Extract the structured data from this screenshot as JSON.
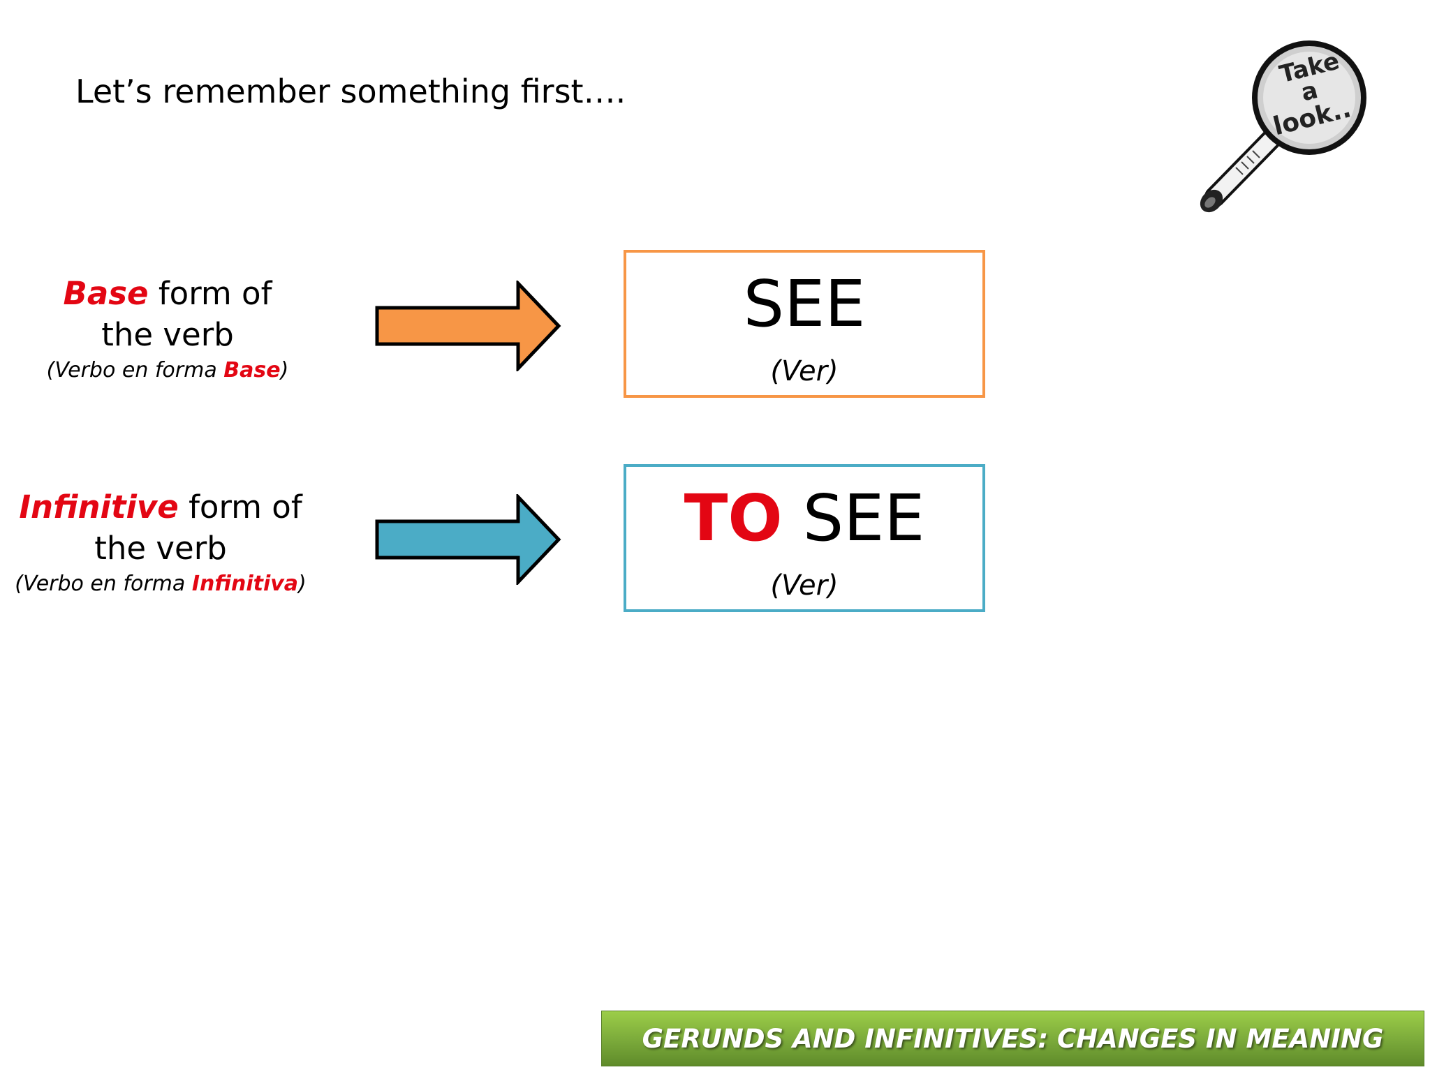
{
  "slide": {
    "title": "Let’s remember something first…."
  },
  "magnifier": {
    "icon": "magnifying-glass-icon",
    "lines": [
      "Take",
      "a",
      "look.."
    ]
  },
  "rows": [
    {
      "label_keyword": "Base",
      "label_rest": " form of",
      "label_line2": "the verb",
      "sub_prefix": "(Verbo en forma ",
      "sub_keyword": "Base",
      "sub_suffix": ")",
      "term_prefix": "",
      "term_main": "SEE",
      "translation": "(Ver)",
      "arrow_color": "#f79646",
      "box_color": "#f79646"
    },
    {
      "label_keyword": "Infinitive",
      "label_rest": " form of",
      "label_line2": "the verb",
      "sub_prefix": "(Verbo en forma ",
      "sub_keyword": "Infinitiva",
      "sub_suffix": ")",
      "term_prefix": "TO",
      "term_main": " SEE",
      "translation": "(Ver)",
      "arrow_color": "#4bacc6",
      "box_color": "#4bacc6"
    }
  ],
  "colors": {
    "keyword_red": "#e30613",
    "banner_green": "#7aa93a"
  },
  "footer": {
    "banner_text": "GERUNDS AND INFINITIVES: CHANGES IN MEANING"
  }
}
